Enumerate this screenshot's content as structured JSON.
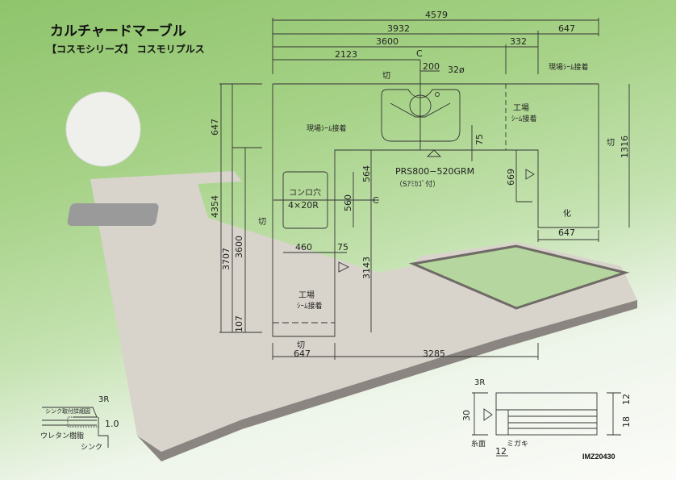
{
  "title": "カルチャードマーブル",
  "subtitle": "【コスモシリーズ】 コスモリプルス",
  "code": "IMZ20430",
  "plan": {
    "dims_top": [
      "4579",
      "3932",
      "647",
      "3600",
      "332",
      "2123",
      "200",
      "32ø"
    ],
    "dims_left": [
      "647",
      "4354",
      "3707",
      "3600",
      "107"
    ],
    "dims_inner": [
      "564",
      "560",
      "460",
      "75",
      "3143",
      "75",
      "669",
      "1316"
    ],
    "dims_bottom": [
      "647",
      "3285",
      "647"
    ],
    "cut_mark": "切",
    "finish_mark": "化",
    "center_mark": "C",
    "field_seam": "現場ｼｰﾑ接着",
    "factory_label": "工場",
    "factory_seam": "ｼｰﾑ接着",
    "stove_hole": "コンロ穴",
    "stove_radius": "4×20R",
    "sink_model": "PRS800−520GRM",
    "sink_note": "（Sｱﾐｶｺﾞ付）"
  },
  "sink_detail": {
    "title": "シンク取付詳細図",
    "radius": "3R",
    "thickness": "1.0",
    "resin": "ウレタン樹脂",
    "sink": "シンク"
  },
  "edge_detail": {
    "radius": "3R",
    "height": "30",
    "top": "12",
    "bottom": "18",
    "width": "12",
    "chamfer": "糸面",
    "polish": "ミガキ"
  }
}
